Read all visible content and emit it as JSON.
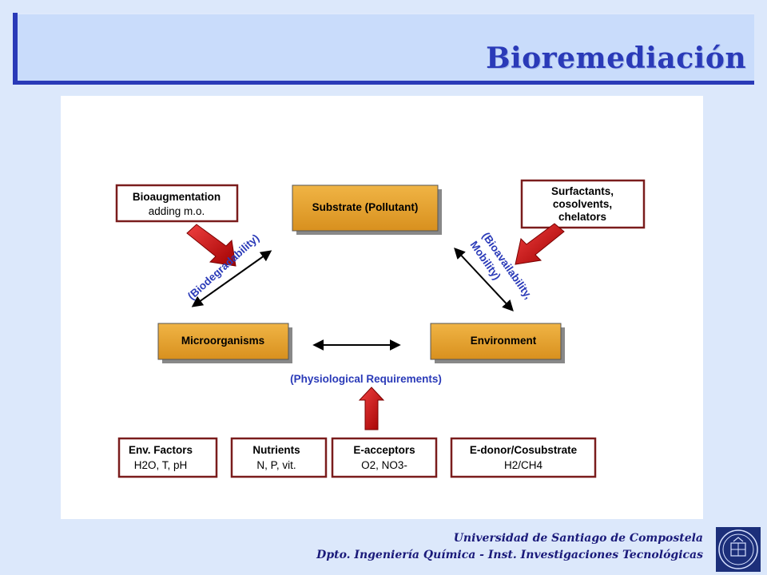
{
  "title": "Bioremediación",
  "diagram": {
    "substrate": "Substrate (Pollutant)",
    "microorganisms": "Microorganisms",
    "environment": "Environment",
    "bioaugmentation_title": "Bioaugmentation",
    "bioaugmentation_sub": "adding m.o.",
    "surfactants_lines": [
      "Surfactants,",
      "cosolvents,",
      "chelators"
    ],
    "biodegradability": "(Biodegradability)",
    "bioavailability_lines": [
      "(Bioavailability,",
      "Mobility)"
    ],
    "physiological": "(Physiological Requirements)",
    "env_factors_title": "Env. Factors",
    "env_factors_sub": "H2O, T, pH",
    "nutrients_title": "Nutrients",
    "nutrients_sub": "N, P, vit.",
    "eacceptors_title": "E-acceptors",
    "eacceptors_sub": "O2, NO3-",
    "edonor_title": "E-donor/Cosubstrate",
    "edonor_sub": "H2/CH4"
  },
  "footer": {
    "line1": "Universidad de Santiago de Compostela",
    "line2": "Dpto. Ingeniería Química - Inst. Investigaciones Tecnológicas"
  },
  "colors": {
    "accent": "#2a3ab8",
    "box_fill": "#e6a232",
    "box_border": "#7a1c1c",
    "arrow_red": "#d01818"
  }
}
